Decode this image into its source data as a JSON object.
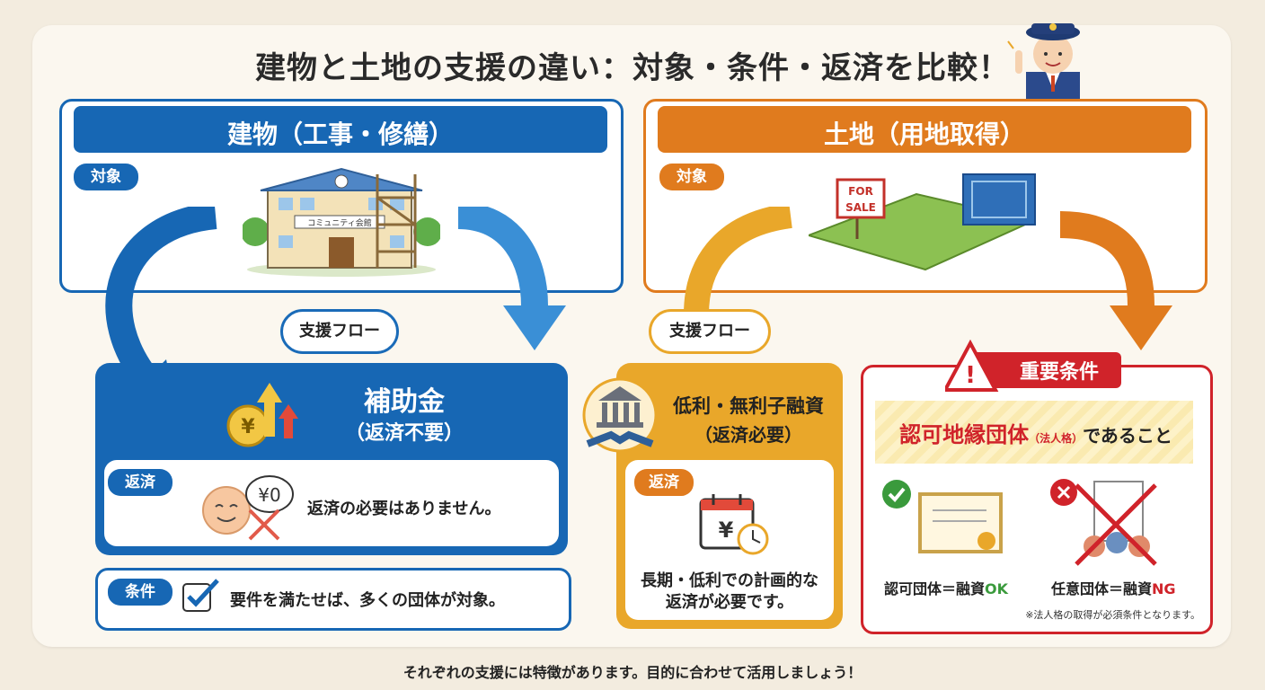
{
  "title": "建物と土地の支援の違い：対象・条件・返済を比較！",
  "building": {
    "header": "建物（工事・修繕）",
    "target_tag": "対象",
    "sign_text": "コミュニティ会館",
    "flow_label": "支援フロー",
    "subsidy_title": "補助金",
    "subsidy_sub": "（返済不要）",
    "repay_tag": "返済",
    "repay_text": "返済の必要はありません。",
    "yen_bubble": "¥0",
    "cond_tag": "条件",
    "cond_text": "要件を満たせば、多くの団体が対象。"
  },
  "land": {
    "header": "土地（用地取得）",
    "target_tag": "対象",
    "sign_line1": "FOR",
    "sign_line2": "SALE",
    "flow_label": "支援フロー",
    "loan_title": "低利・無利子融資",
    "loan_sub": "（返済必要）",
    "repay_tag": "返済",
    "calendar_symbol": "¥",
    "repay_text_1": "長期・低利での計画的な",
    "repay_text_2": "返済が必要です。"
  },
  "important": {
    "tag": "重要条件",
    "condition_main": "認可地縁団体",
    "condition_small": "（法人格）",
    "condition_tail": "であること",
    "ok_label_prefix": "認可団体＝融資",
    "ok_label_suffix": "OK",
    "ng_label_prefix": "任意団体＝融資",
    "ng_label_suffix": "NG",
    "note": "※法人格の取得が必須条件となります。"
  },
  "footer": "それぞれの支援には特徴があります。目的に合わせて活用しましょう！",
  "colors": {
    "blue": "#1767b4",
    "orange": "#e07b1e",
    "yellow": "#e9a72a",
    "red": "#d0232a",
    "green": "#3a9a3c"
  }
}
